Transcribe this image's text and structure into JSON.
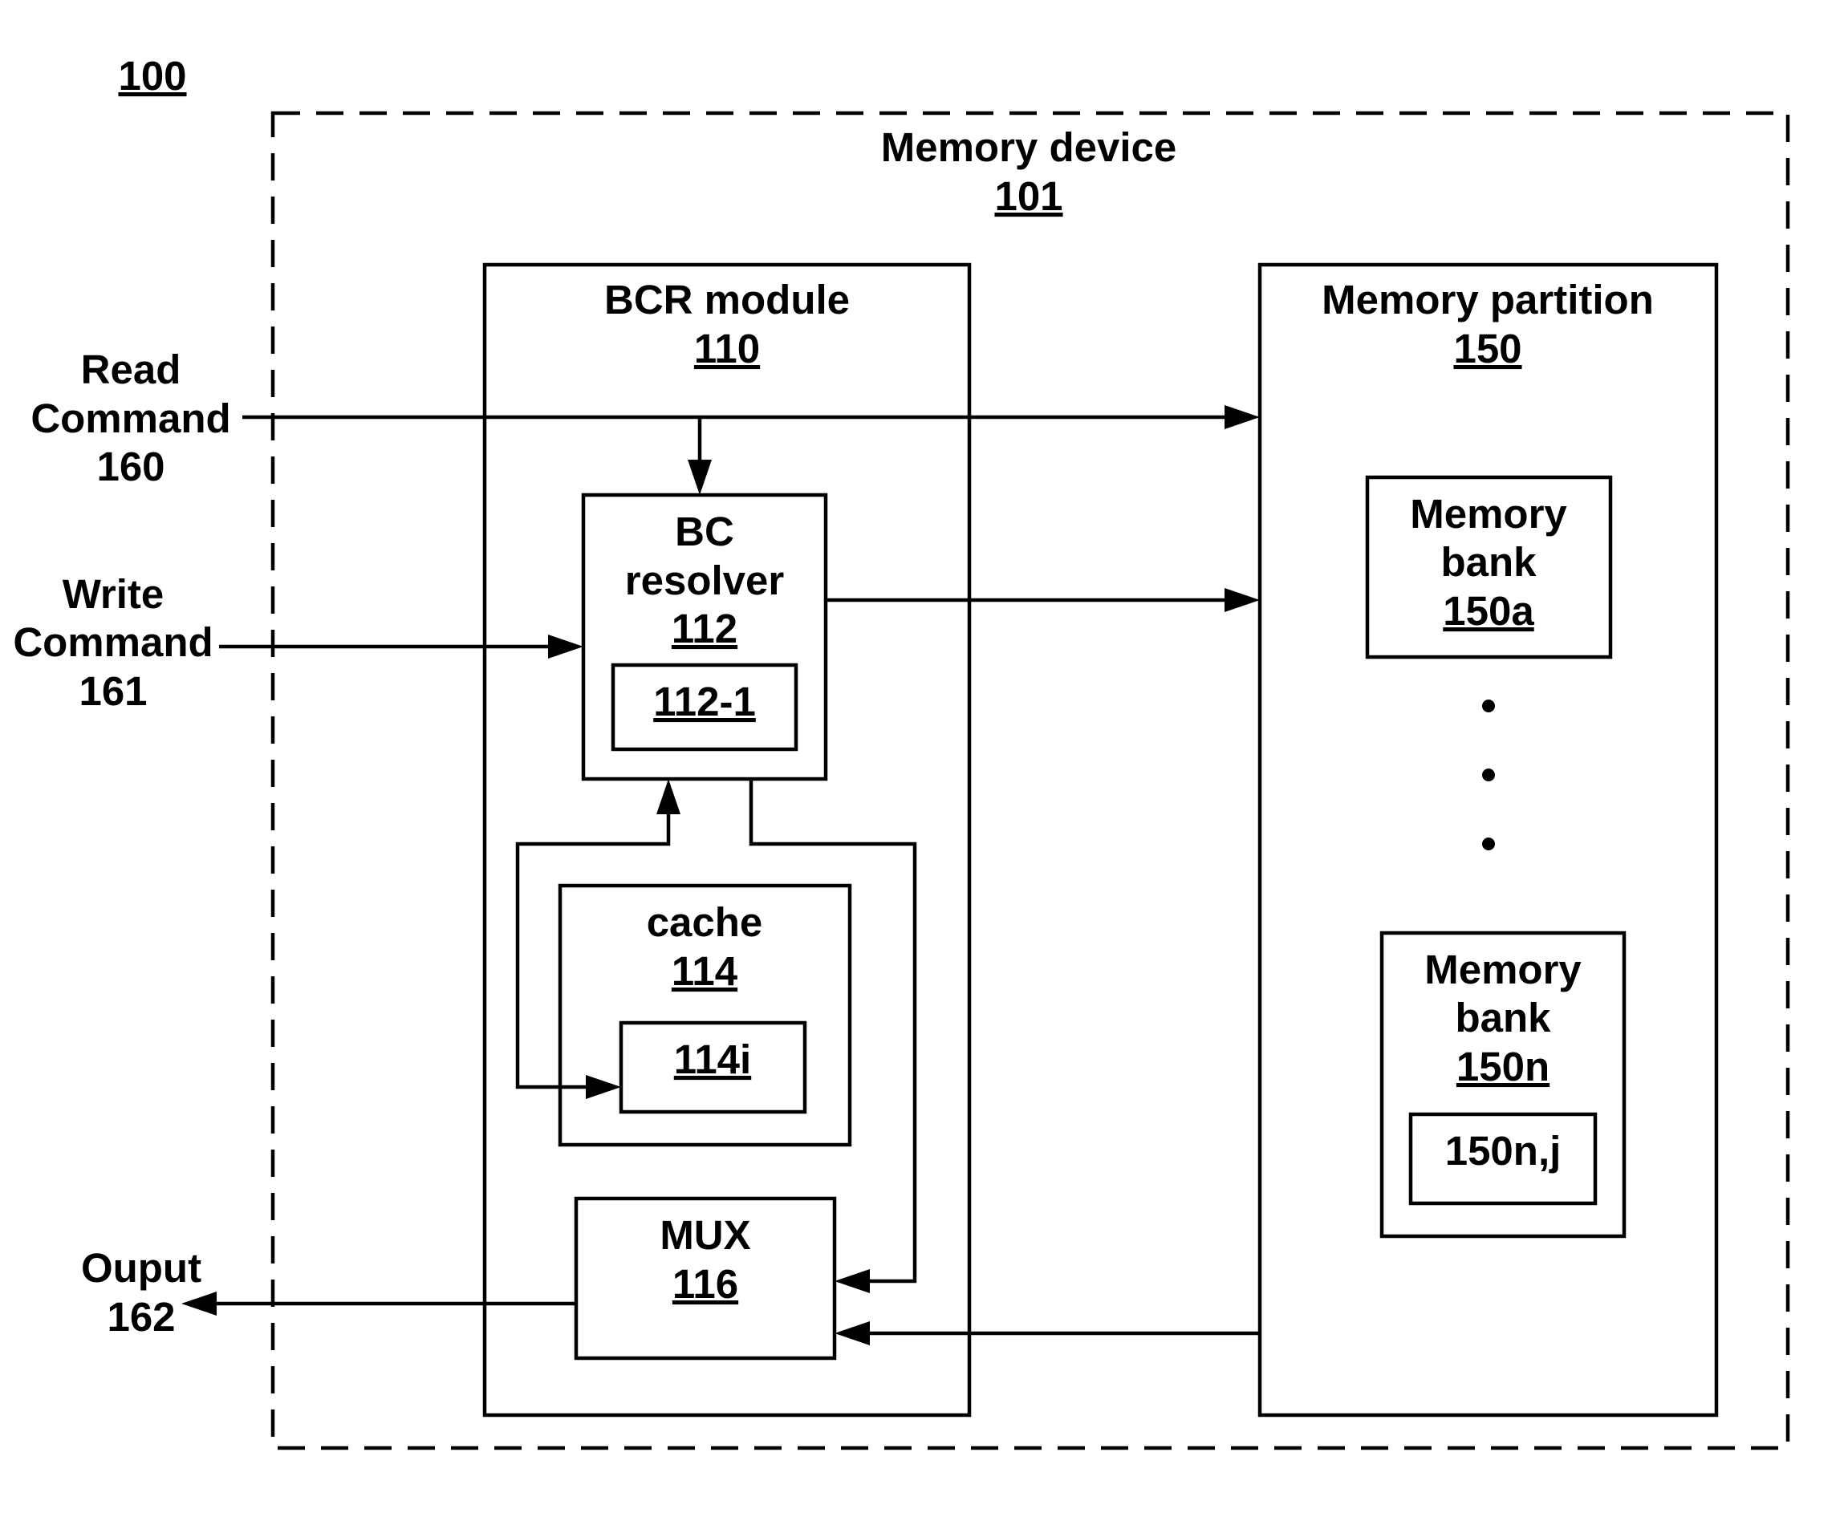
{
  "figure": {
    "ref": "100"
  },
  "memory_device": {
    "title": "Memory device",
    "ref": "101"
  },
  "bcr_module": {
    "title": "BCR module",
    "ref": "110"
  },
  "bc_resolver": {
    "line1": "BC",
    "line2": "resolver",
    "ref": "112",
    "sub": "112-1"
  },
  "cache": {
    "title": "cache",
    "ref": "114",
    "sub": "114i"
  },
  "mux": {
    "title": "MUX",
    "ref": "116"
  },
  "memory_partition": {
    "title": "Memory partition",
    "ref": "150"
  },
  "bank_a": {
    "line1": "Memory",
    "line2": "bank",
    "ref": "150a"
  },
  "bank_n": {
    "line1": "Memory",
    "line2": "bank",
    "ref": "150n",
    "sub": "150n,j"
  },
  "read_command": {
    "line1": "Read",
    "line2": "Command",
    "ref": "160"
  },
  "write_command": {
    "line1": "Write",
    "line2": "Command",
    "ref": "161"
  },
  "output": {
    "line1": "Ouput",
    "ref": "162"
  }
}
